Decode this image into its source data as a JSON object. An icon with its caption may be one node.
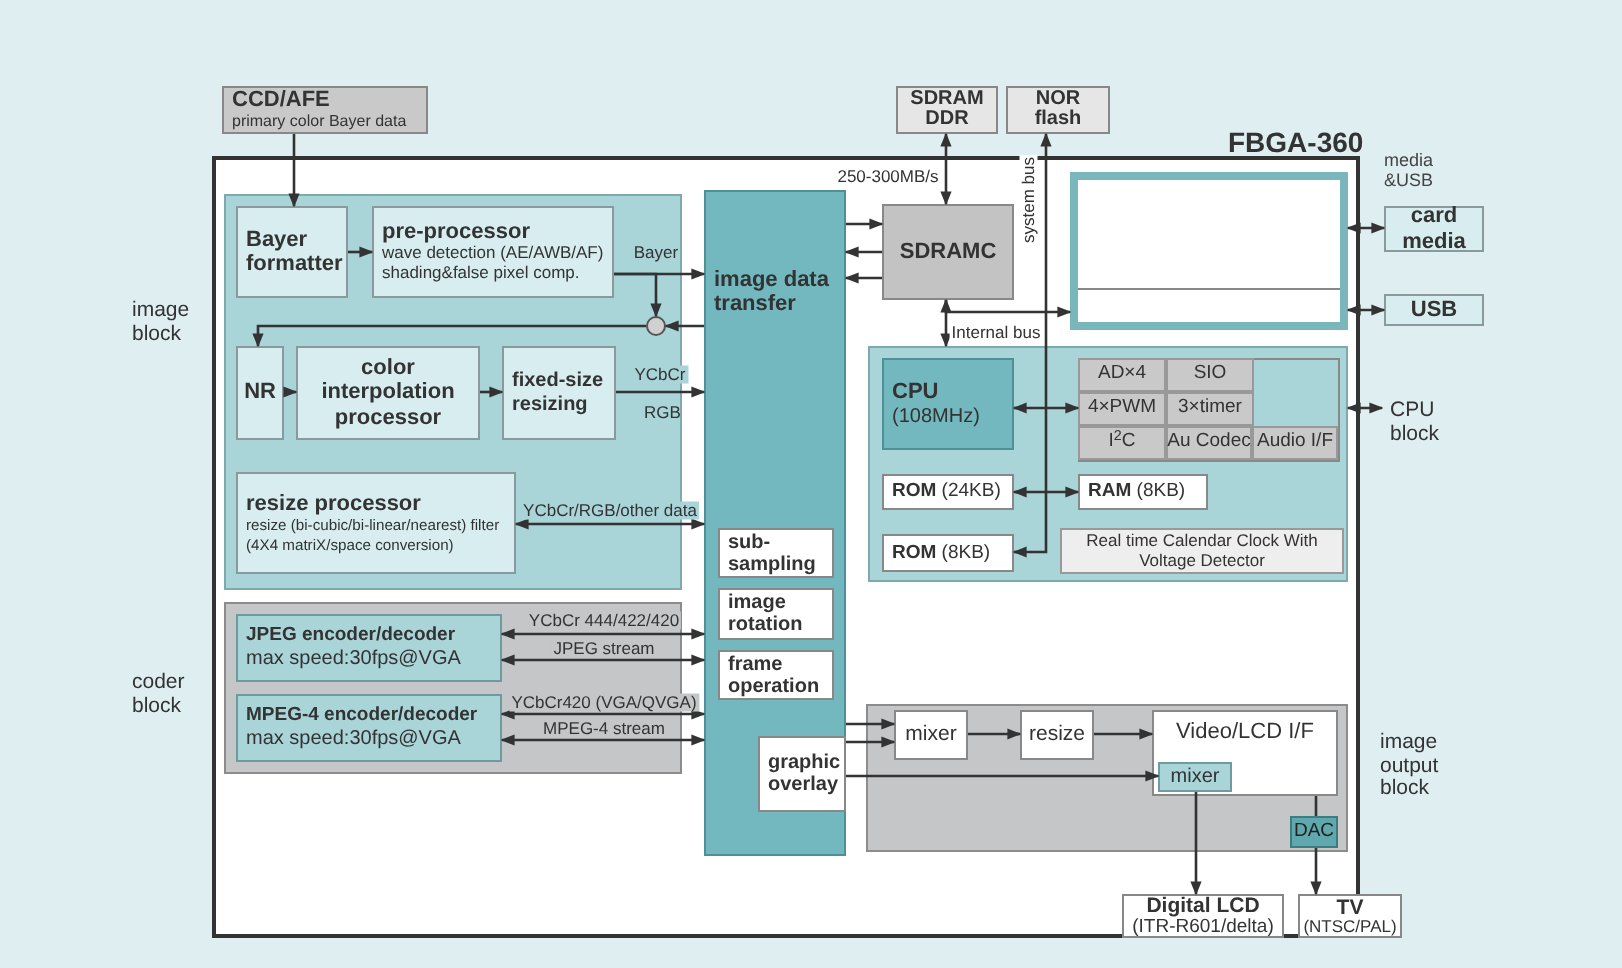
{
  "diagram": {
    "nodes": [
      {
        "text": [
          "CCD/AFE",
          "primary color Bayer data"
        ]
      },
      {
        "text": [
          "SDRAM DDR"
        ]
      },
      {
        "text": [
          "NOR flash"
        ]
      },
      {
        "text": [
          "FBGA-360"
        ]
      },
      {
        "text": [],
        "shape": "box",
        "in": 3,
        "beside": [
          "image block"
        ]
      },
      {
        "text": [
          "Bayer formatter"
        ],
        "in": 4
      },
      {
        "text": [
          "pre-processor",
          "wave detection (AE/AWB/AF) shading&false pixel comp."
        ],
        "in": 4
      },
      {
        "text": [],
        "shape": "circle",
        "in": 4
      },
      {
        "text": [
          "NR"
        ],
        "in": 4
      },
      {
        "text": [
          "color interpolation processor"
        ],
        "in": 4
      },
      {
        "text": [
          "fixed-size resizing"
        ],
        "in": 4
      },
      {
        "text": [
          "resize processor",
          "resize (bi-cubic/bi-linear/nearest) filter (4X4 matriX/space conversion)"
        ],
        "in": 4
      },
      {
        "text": [],
        "shape": "box",
        "in": 3,
        "beside": [
          "coder block"
        ]
      },
      {
        "text": [
          "JPEG encoder/decoder",
          "max speed:30fps@VGA"
        ],
        "in": 12
      },
      {
        "text": [
          "MPEG-4 encoder/decoder",
          "max speed:30fps@VGA"
        ],
        "in": 12
      },
      {
        "text": [
          "image data transfer"
        ],
        "in": 3
      },
      {
        "text": [
          "sub-sampling"
        ],
        "in": 15
      },
      {
        "text": [
          "image rotation"
        ],
        "in": 15
      },
      {
        "text": [
          "frame operation"
        ],
        "in": 15
      },
      {
        "text": [
          "graphic overlay"
        ],
        "in": 15
      },
      {
        "text": [
          "SDRAMC"
        ],
        "in": 3
      },
      {
        "text": [],
        "shape": "box",
        "in": 3
      },
      {
        "text": [
          "card media"
        ]
      },
      {
        "text": [
          "USB"
        ]
      },
      {
        "text": [],
        "shape": "box",
        "in": 3,
        "beside": [
          "CPU block"
        ]
      },
      {
        "text": [
          "CPU",
          "(108MHz)"
        ],
        "in": 24
      },
      {
        "text": [
          "AD×4",
          "SIO",
          "4×PWM",
          "3×timer",
          "I$^{2}$C",
          "Au Codec",
          "Audio I/F"
        ],
        "in": 24
      },
      {
        "text": [
          "**ROM** (24KB)"
        ],
        "in": 24
      },
      {
        "text": [
          "**RAM** (8KB)"
        ],
        "in": 24
      },
      {
        "text": [
          "**ROM** (8KB)"
        ],
        "in": 24
      },
      {
        "text": [
          "Real time Calendar Clock With Voltage Detector"
        ],
        "in": 24
      },
      {
        "text": [],
        "shape": "box",
        "in": 3,
        "beside": [
          "image output block"
        ]
      },
      {
        "text": [
          "mixer"
        ],
        "in": 31
      },
      {
        "text": [
          "resize"
        ],
        "in": 31
      },
      {
        "text": [
          "Video/LCD I/F"
        ],
        "in": 31
      },
      {
        "text": [
          "mixer"
        ],
        "in": 34
      },
      {
        "text": [
          "DAC"
        ],
        "in": 31
      },
      {
        "text": [
          "Digital LCD",
          "(ITR-R601/delta)"
        ],
        "in": 3
      },
      {
        "text": [
          "TV",
          "(NTSC/PAL)"
        ]
      }
    ],
    "edges": [
      {
        "from": 0,
        "to": 5,
        "arrow": "to"
      },
      {
        "from": 5,
        "to": 6,
        "arrow": "to"
      },
      {
        "from": 6,
        "to": 15,
        "arrow": "to",
        "label": "Bayer"
      },
      {
        "from": 6,
        "to": 7,
        "arrow": "to"
      },
      {
        "from": 15,
        "to": 7,
        "arrow": "to"
      },
      {
        "from": 7,
        "to": 8,
        "arrow": "to"
      },
      {
        "from": 8,
        "to": 9,
        "arrow": "to"
      },
      {
        "from": 9,
        "to": 10,
        "arrow": "to"
      },
      {
        "from": 10,
        "to": 15,
        "arrow": "to",
        "label": "YCbCr"
      },
      {
        "from": 11,
        "to": 15,
        "arrow": "both",
        "label": "YCbCr/RGB/other data"
      },
      {
        "from": 13,
        "to": 15,
        "arrow": "both",
        "label": "YCbCr 444/422/420"
      },
      {
        "from": 13,
        "to": 15,
        "arrow": "both",
        "label": "JPEG stream"
      },
      {
        "from": 14,
        "to": 15,
        "arrow": "both",
        "label": "YCbCr420 (VGA/QVGA)"
      },
      {
        "from": 14,
        "to": 15,
        "arrow": "both",
        "label": "MPEG-4 stream"
      },
      {
        "from": 1,
        "to": 20,
        "arrow": "both",
        "label": "250-300MB/s"
      },
      {
        "from": 15,
        "to": 20,
        "arrow": "to"
      },
      {
        "from": 20,
        "to": 15,
        "arrow": "to"
      },
      {
        "from": 20,
        "to": 15,
        "arrow": "to"
      },
      {
        "from": 2,
        "to": 29,
        "arrow": "both",
        "label": "system bus"
      },
      {
        "from": 20,
        "to": 24,
        "arrow": "both",
        "label": "Internal bus"
      },
      {
        "from": 20,
        "to": 21,
        "arrow": "to"
      },
      {
        "from": 21,
        "to": 22,
        "arrow": "both"
      },
      {
        "from": 21,
        "to": 23,
        "arrow": "both"
      },
      {
        "from": 25,
        "to": 26,
        "arrow": "both"
      },
      {
        "from": 24,
        "to": null,
        "arrow": "both"
      },
      {
        "from": 27,
        "to": 28,
        "arrow": "both"
      },
      {
        "from": 15,
        "to": 32,
        "arrow": "to"
      },
      {
        "from": 19,
        "to": 32,
        "arrow": "to"
      },
      {
        "from": 19,
        "to": 35,
        "arrow": "to"
      },
      {
        "from": 32,
        "to": 33,
        "arrow": "to"
      },
      {
        "from": 33,
        "to": 34,
        "arrow": "to"
      },
      {
        "from": 35,
        "to": 37,
        "arrow": "to"
      },
      {
        "from": 34,
        "to": 36,
        "arrow": "none"
      },
      {
        "from": 36,
        "to": 38,
        "arrow": "to"
      }
    ],
    "labels": [
      "media &USB",
      "RGB"
    ]
  }
}
